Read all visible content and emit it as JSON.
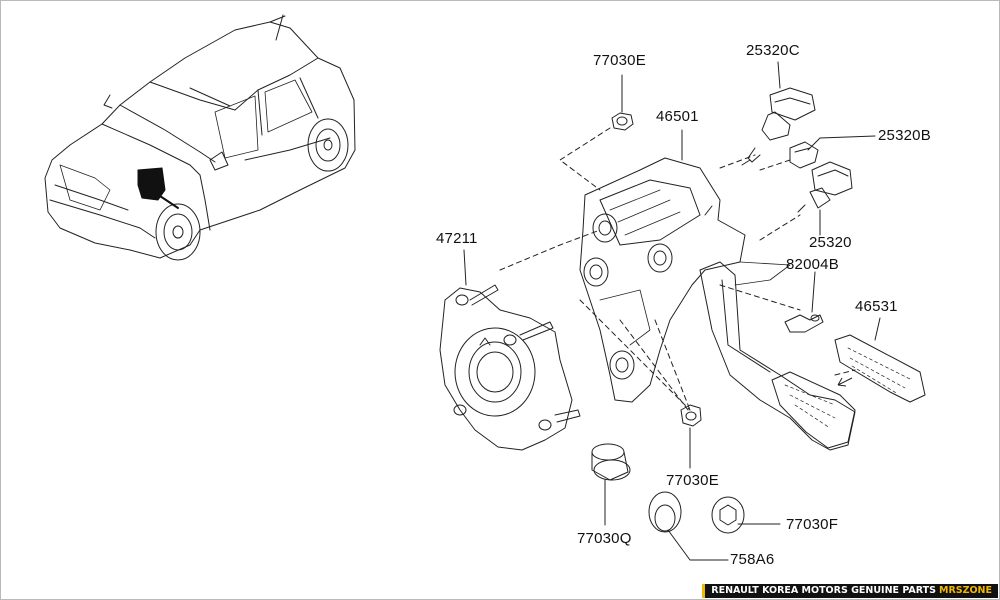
{
  "labels": {
    "p77030E_top": "77030E",
    "p25320C": "25320C",
    "p46501": "46501",
    "p25320B": "25320B",
    "p47211": "47211",
    "p25320": "25320",
    "p82004B": "82004B",
    "p46531": "46531",
    "p77030E_bottom": "77030E",
    "p77030Q": "77030Q",
    "p77030F": "77030F",
    "p758A6": "758A6"
  },
  "footer": {
    "text": "RENAULT KOREA MOTORS GENUINE PARTS",
    "brand": "MRSZONE",
    "brand_color": "#f2b705"
  }
}
